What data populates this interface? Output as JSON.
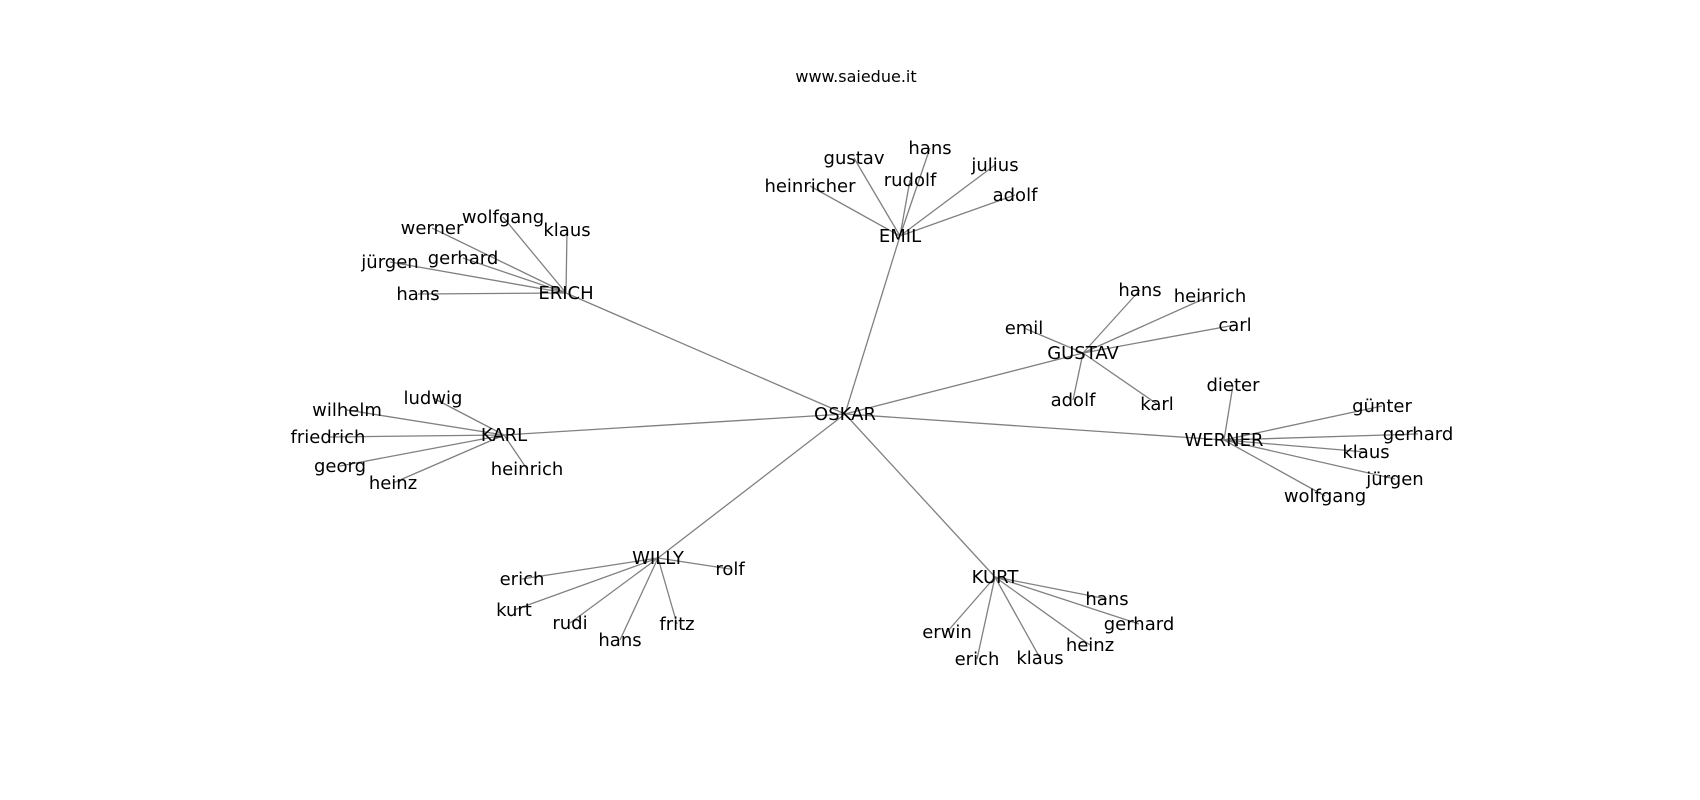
{
  "header": {
    "site": "www.saiedue.it"
  },
  "network": {
    "center": "OSKAR",
    "hubs": [
      {
        "name": "EMIL",
        "leaves": [
          "gustav",
          "hans",
          "rudolf",
          "julius",
          "heinricher",
          "adolf"
        ]
      },
      {
        "name": "ERICH",
        "leaves": [
          "wolfgang",
          "werner",
          "klaus",
          "gerhard",
          "jürgen",
          "hans"
        ]
      },
      {
        "name": "GUSTAV",
        "leaves": [
          "hans",
          "heinrich",
          "emil",
          "carl",
          "adolf",
          "karl"
        ]
      },
      {
        "name": "KARL",
        "leaves": [
          "ludwig",
          "wilhelm",
          "friedrich",
          "georg",
          "heinz",
          "heinrich"
        ]
      },
      {
        "name": "WERNER",
        "leaves": [
          "dieter",
          "günter",
          "gerhard",
          "klaus",
          "jürgen",
          "wolfgang"
        ]
      },
      {
        "name": "WILLY",
        "leaves": [
          "rolf",
          "erich",
          "kurt",
          "rudi",
          "hans",
          "fritz"
        ]
      },
      {
        "name": "KURT",
        "leaves": [
          "hans",
          "gerhard",
          "heinz",
          "erwin",
          "klaus",
          "erich"
        ]
      }
    ]
  }
}
